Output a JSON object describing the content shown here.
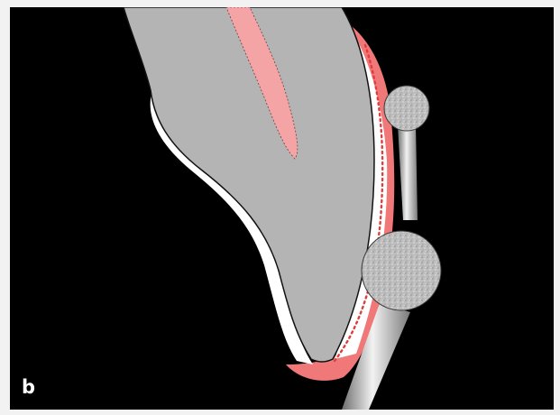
{
  "figure": {
    "panel_label": "b"
  },
  "colors": {
    "background": "#000000",
    "frame": "#f2f2f2",
    "tooth": "#b4b4b4",
    "pulp": "#f4a4a4",
    "gingiva": "#f07878",
    "white_layer": "#ffffff",
    "bur_head": "#bdbdbd",
    "bur_shaft": "#cfcfcf",
    "dotted_line": "#e23c3c"
  },
  "icons": [
    "small-round-diamond-bur",
    "large-round-diamond-bur"
  ]
}
